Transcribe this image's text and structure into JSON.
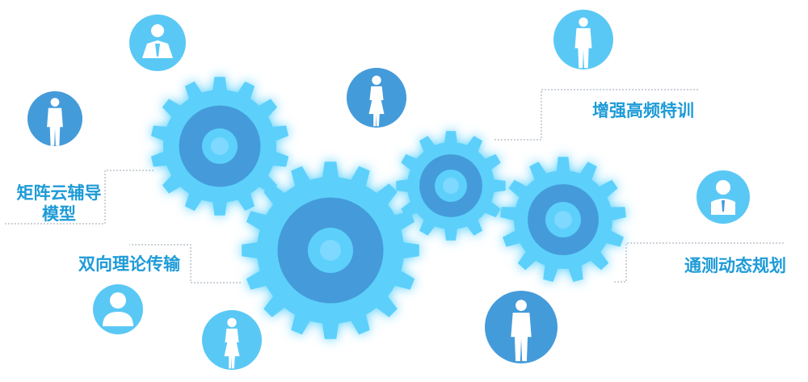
{
  "labels": {
    "matrix_cloud_line1": "矩阵云辅导",
    "matrix_cloud_line2": "模型",
    "two_way_theory": "双向理论传输",
    "intensive_training": "增强高频特训",
    "dynamic_planning": "通测动态规划"
  },
  "colors": {
    "gear_light": "#5bd0fb",
    "gear_dark": "#449bda",
    "gear_glow": "#7ed8ff",
    "circle_dark": "#3f8fd6",
    "circle_light": "#5ac8f5",
    "label_text": "#1e9bd7",
    "leader_line": "#9aa4b0"
  },
  "icons": [
    "businessman-top-circle-icon",
    "manager-left-circle-icon",
    "businesswoman-center-circle-icon",
    "businessman-top-right-circle-icon",
    "manager-right-circle-icon",
    "user-avatar-circle-icon",
    "businesswoman-bottom-circle-icon",
    "businessman-bottom-right-circle-icon"
  ]
}
